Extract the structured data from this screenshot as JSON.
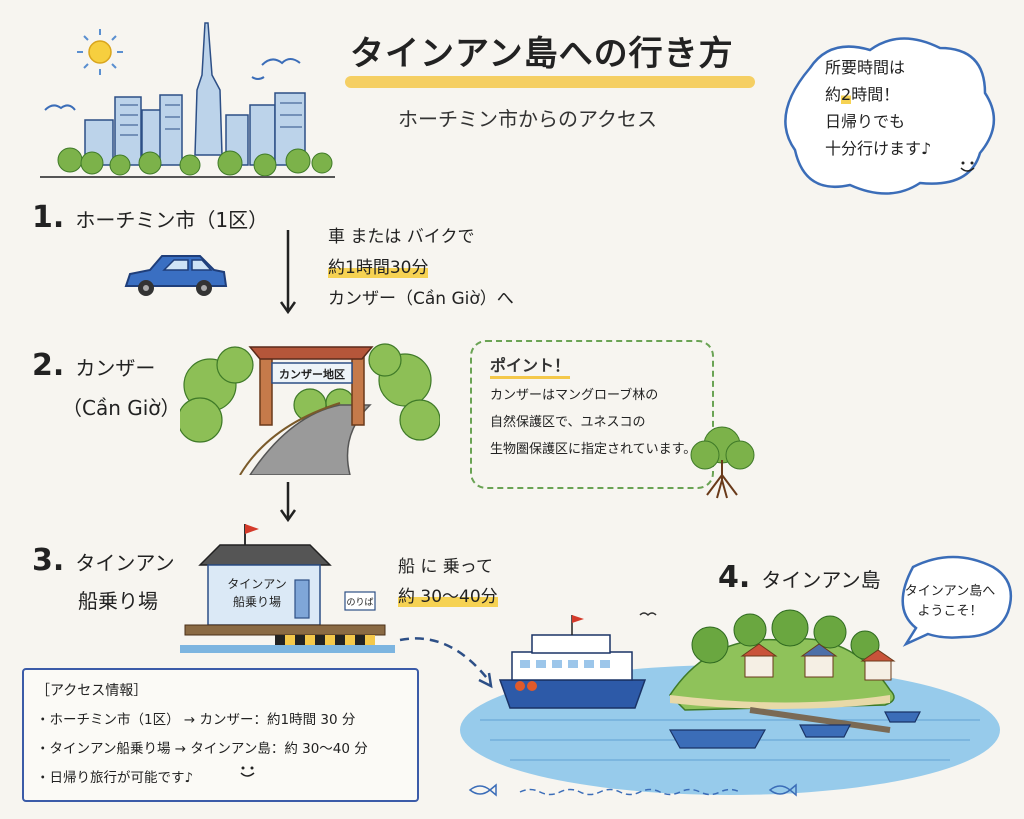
{
  "header": {
    "title": "タインアン島への行き方",
    "subtitle": "ホーチミン市からのアクセス"
  },
  "time_bubble": {
    "line1": "所要時間は",
    "line2_prefix": "約",
    "line2_highlight": "2",
    "line2_suffix": "時間！",
    "line3": "日帰りでも",
    "line4": "十分行けます♪"
  },
  "steps": [
    {
      "number": "1.",
      "label": "ホーチミン市（1区）"
    },
    {
      "number": "2.",
      "label_line1": "カンザー",
      "label_line2": "（Cần Giờ）"
    },
    {
      "number": "3.",
      "label_line1": "タインアン",
      "label_line2": "船乗り場"
    },
    {
      "number": "4.",
      "label": "タインアン島"
    }
  ],
  "leg1": {
    "line1": "車 または バイクで",
    "line2": "約1時間30分",
    "line3": "カンザー（Cần Giờ）へ"
  },
  "leg2": {
    "line1": "船 に 乗って",
    "line2": "約 30～40分"
  },
  "gate_sign": "カンザー地区",
  "pier": {
    "building_line1": "タインアン",
    "building_line2": "船乗り場",
    "sign": "のりば"
  },
  "point_note": {
    "title": "ポイント！",
    "line1": "カンザーはマングローブ林の",
    "line2": "自然保護区で、ユネスコの",
    "line3": "生物圏保護区に指定されています。"
  },
  "welcome": {
    "line1": "タインアン島へ",
    "line2": "ようこそ！"
  },
  "access_info": {
    "heading": "［アクセス情報］",
    "items": [
      "・ホーチミン市（1区） → カンザー：約1時間 30 分",
      "・タインアン船乗り場 → タインアン島：約 30～40 分",
      "・日帰り旅行が可能です♪"
    ]
  },
  "colors": {
    "highlight": "#f6d253",
    "note_border": "#6aa354",
    "info_border": "#3b5ba8",
    "water": "#5aa7d8"
  }
}
